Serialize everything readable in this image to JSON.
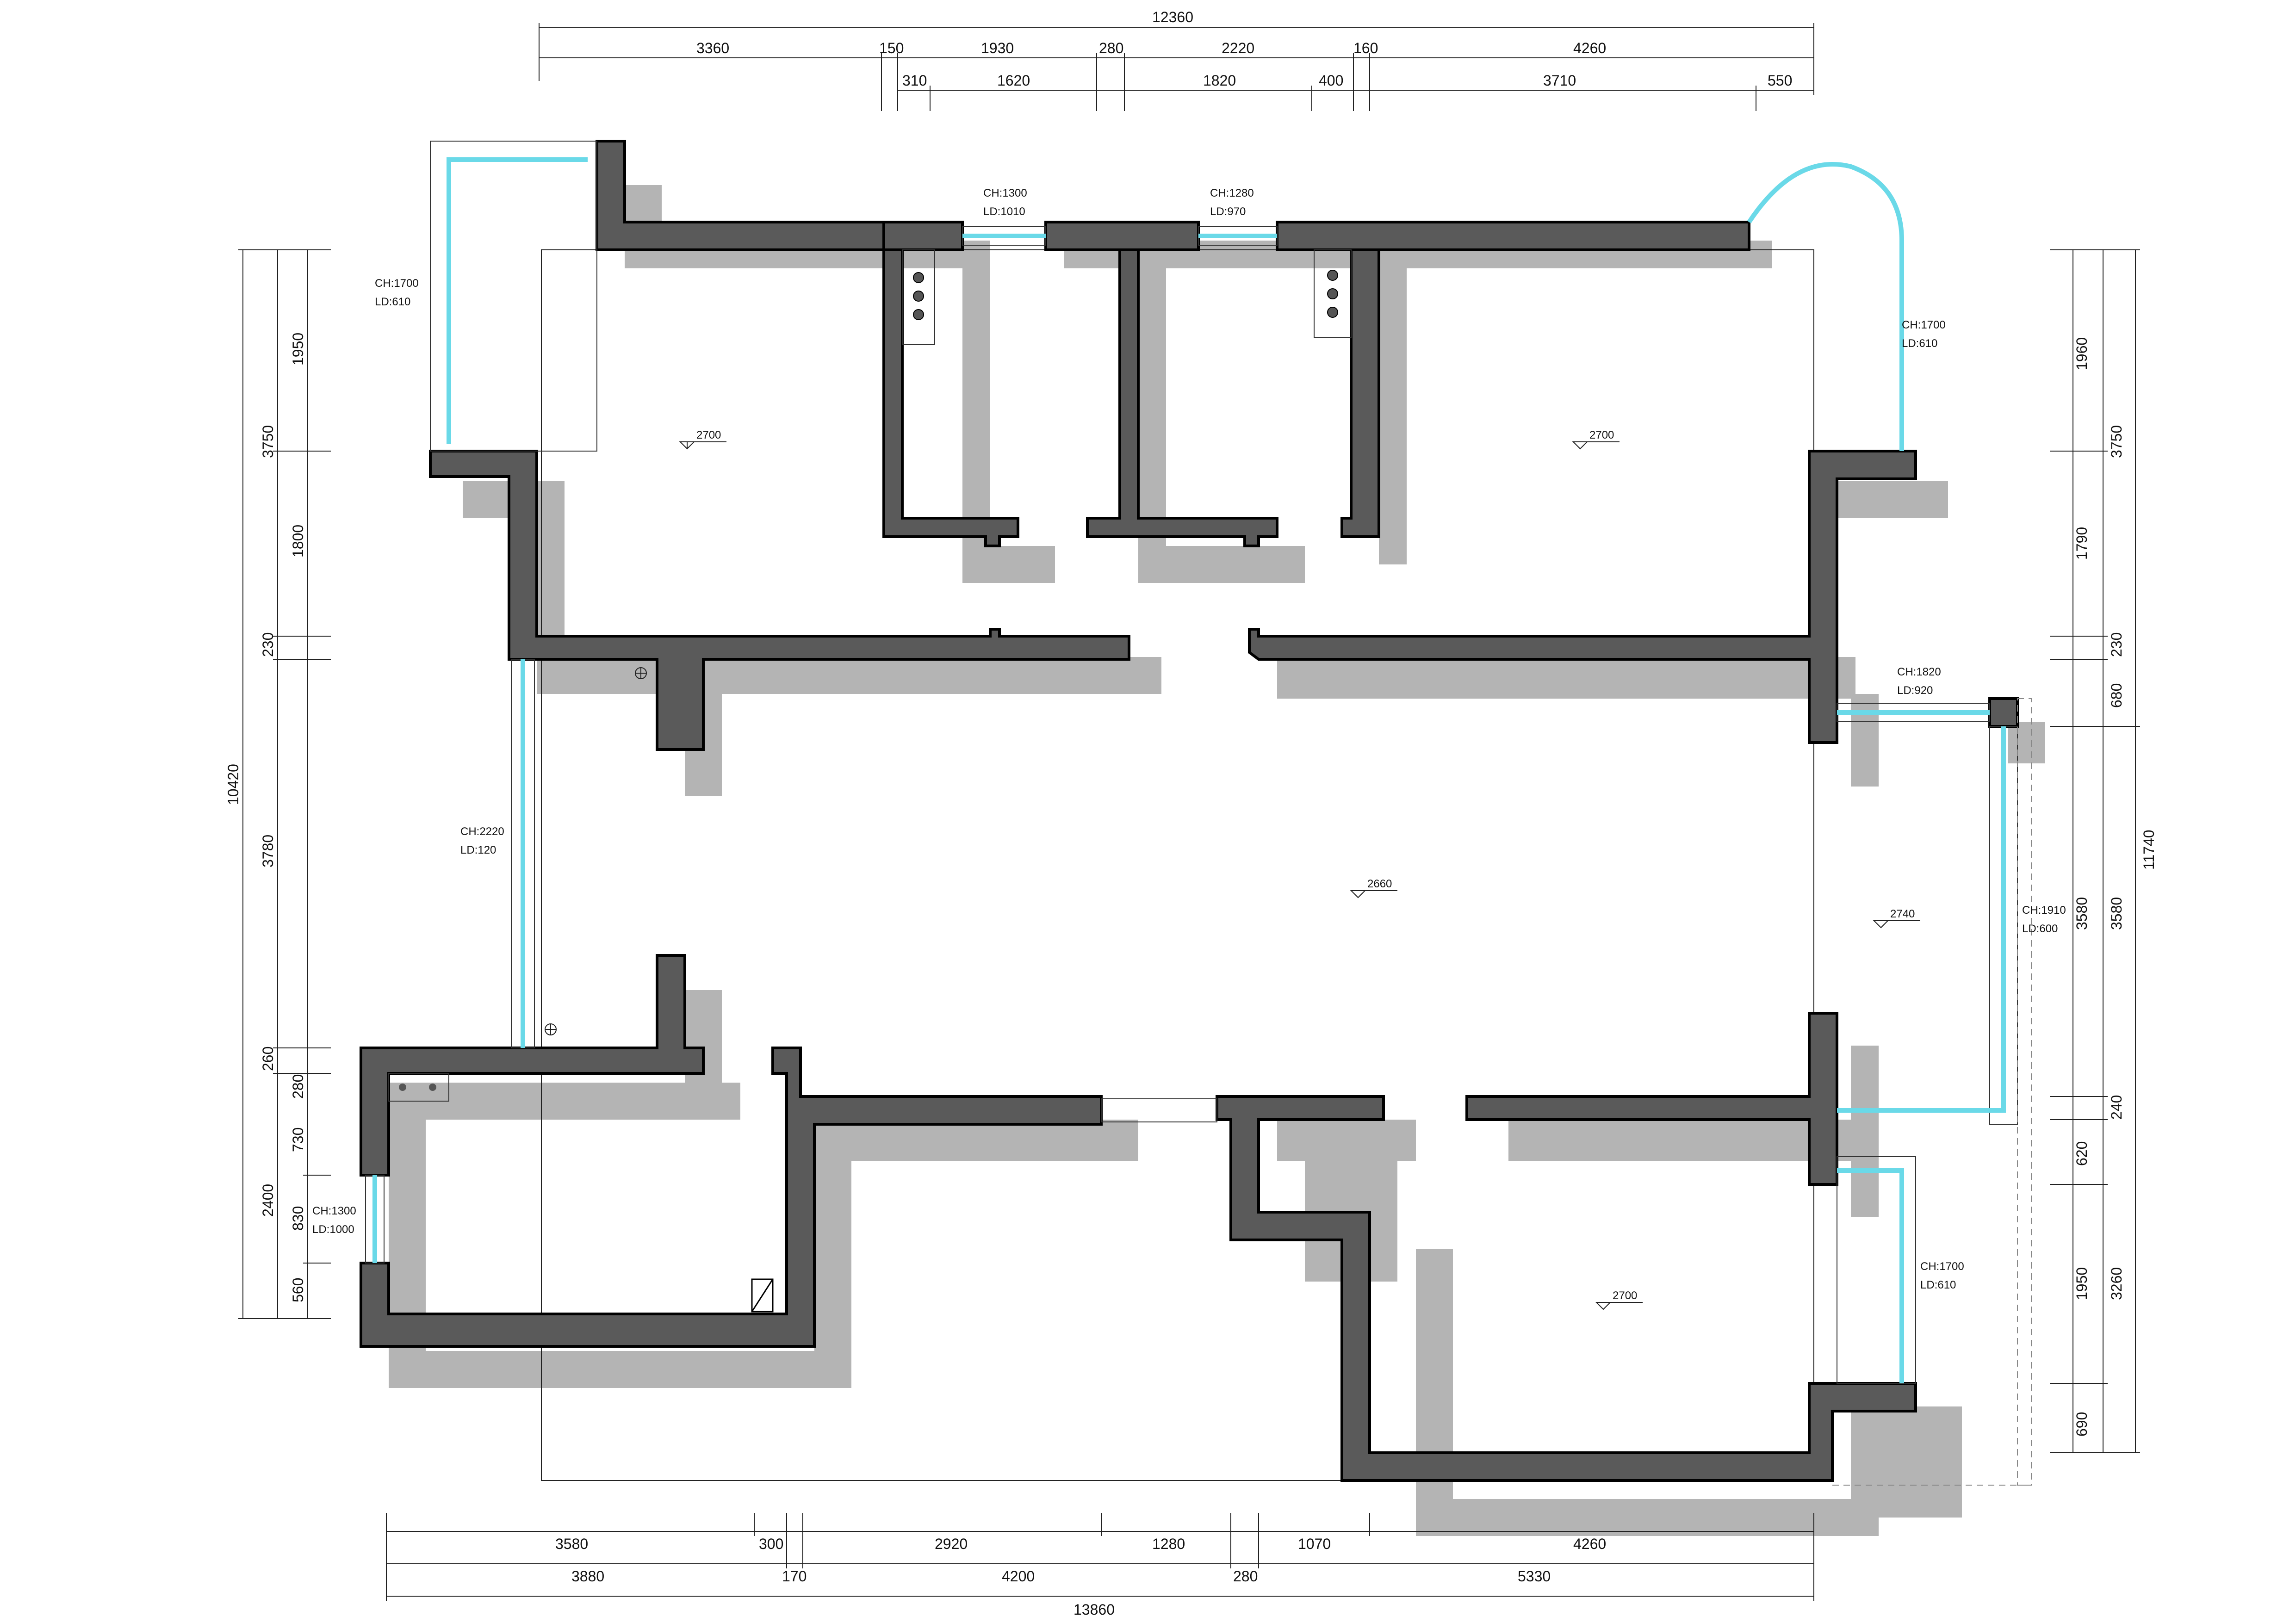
{
  "dimensions": {
    "top_total": "12360",
    "top_row1": [
      "3360",
      "150",
      "1930",
      "280",
      "2220",
      "160",
      "4260"
    ],
    "top_row2": [
      "310",
      "1620",
      "1820",
      "400",
      "3710",
      "550"
    ],
    "bottom_row1": [
      "3580",
      "300",
      "2920",
      "1280",
      "1070",
      "4260"
    ],
    "bottom_row2": [
      "3880",
      "170",
      "4200",
      "280",
      "5330"
    ],
    "bottom_total": "13860",
    "left_outer": [
      "3750",
      "10420",
      "3780",
      "2400"
    ],
    "left_inner": [
      "1950",
      "1800",
      "230",
      "260",
      "280",
      "730",
      "830",
      "560"
    ],
    "right_inner": [
      "1960",
      "1790",
      "230",
      "3580",
      "240",
      "620",
      "1950",
      "690"
    ],
    "right_outer": [
      "3750",
      "680",
      "11740",
      "3580",
      "3260"
    ]
  },
  "windows": [
    {
      "ch": "CH:1700",
      "ld": "LD:610"
    },
    {
      "ch": "CH:1300",
      "ld": "LD:1010"
    },
    {
      "ch": "CH:1280",
      "ld": "LD:970"
    },
    {
      "ch": "CH:1700",
      "ld": "LD:610"
    },
    {
      "ch": "CH:1820",
      "ld": "LD:920"
    },
    {
      "ch": "CH:2220",
      "ld": "LD:120"
    },
    {
      "ch": "CH:1910",
      "ld": "LD:600"
    },
    {
      "ch": "CH:1300",
      "ld": "LD:1000"
    },
    {
      "ch": "CH:1700",
      "ld": "LD:610"
    }
  ],
  "ceiling_heights": [
    "2700",
    "2700",
    "2660",
    "2740",
    "2700"
  ]
}
